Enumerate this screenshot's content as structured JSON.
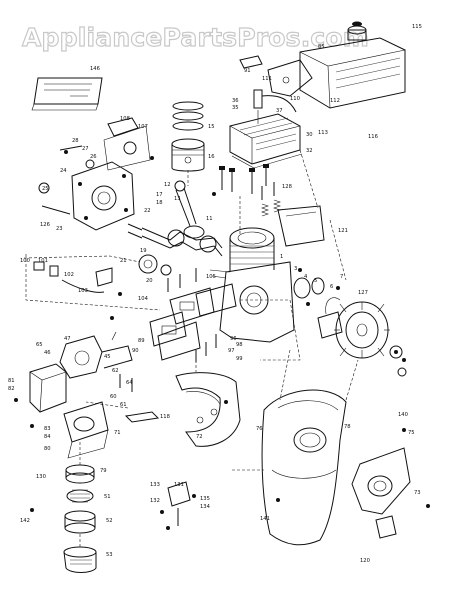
{
  "watermark": "AppliancePartsPros.com",
  "parts": [
    {
      "label": "115"
    },
    {
      "label": "146"
    },
    {
      "label": "85"
    },
    {
      "label": "91"
    },
    {
      "label": "111"
    },
    {
      "label": "110"
    },
    {
      "label": "36"
    },
    {
      "label": "35"
    },
    {
      "label": "37"
    },
    {
      "label": "30"
    },
    {
      "label": "32"
    },
    {
      "label": "112"
    },
    {
      "label": "113"
    },
    {
      "label": "116"
    },
    {
      "label": "108"
    },
    {
      "label": "107"
    },
    {
      "label": "15"
    },
    {
      "label": "16"
    },
    {
      "label": "28"
    },
    {
      "label": "27"
    },
    {
      "label": "26"
    },
    {
      "label": "24"
    },
    {
      "label": "23"
    },
    {
      "label": "25"
    },
    {
      "label": "126"
    },
    {
      "label": "12"
    },
    {
      "label": "11"
    },
    {
      "label": "13"
    },
    {
      "label": "128"
    },
    {
      "label": "121"
    },
    {
      "label": "1"
    },
    {
      "label": "3"
    },
    {
      "label": "4"
    },
    {
      "label": "5"
    },
    {
      "label": "6"
    },
    {
      "label": "7"
    },
    {
      "label": "127"
    },
    {
      "label": "100"
    },
    {
      "label": "101"
    },
    {
      "label": "102"
    },
    {
      "label": "65"
    },
    {
      "label": "47"
    },
    {
      "label": "46"
    },
    {
      "label": "45"
    },
    {
      "label": "81"
    },
    {
      "label": "82"
    },
    {
      "label": "62"
    },
    {
      "label": "64"
    },
    {
      "label": "60"
    },
    {
      "label": "61"
    },
    {
      "label": "83"
    },
    {
      "label": "84"
    },
    {
      "label": "80"
    },
    {
      "label": "79"
    },
    {
      "label": "51"
    },
    {
      "label": "52"
    },
    {
      "label": "53"
    },
    {
      "label": "118"
    },
    {
      "label": "76"
    },
    {
      "label": "78"
    },
    {
      "label": "75"
    },
    {
      "label": "73"
    },
    {
      "label": "130"
    },
    {
      "label": "131"
    },
    {
      "label": "132"
    },
    {
      "label": "133"
    },
    {
      "label": "135"
    },
    {
      "label": "134"
    },
    {
      "label": "120"
    },
    {
      "label": "22"
    },
    {
      "label": "21"
    },
    {
      "label": "20"
    },
    {
      "label": "17"
    },
    {
      "label": "18"
    },
    {
      "label": "89"
    },
    {
      "label": "90"
    },
    {
      "label": "96"
    },
    {
      "label": "97"
    },
    {
      "label": "98"
    },
    {
      "label": "99"
    },
    {
      "label": "71"
    },
    {
      "label": "72"
    },
    {
      "label": "140"
    },
    {
      "label": "141"
    },
    {
      "label": "142"
    },
    {
      "label": "103"
    },
    {
      "label": "104"
    },
    {
      "label": "105"
    },
    {
      "label": "19"
    }
  ]
}
